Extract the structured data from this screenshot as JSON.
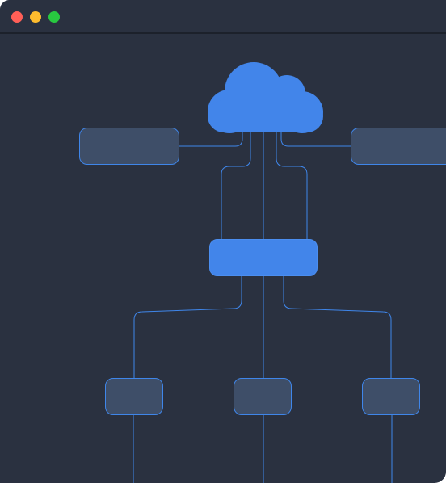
{
  "window": {
    "controls": [
      {
        "name": "close",
        "color": "#ff5f57"
      },
      {
        "name": "minimize",
        "color": "#febc2e"
      },
      {
        "name": "maximize",
        "color": "#28c840"
      }
    ]
  },
  "diagram": {
    "colors": {
      "background": "#2a3140",
      "line": "#3f86ea",
      "cloud": "#4285ea",
      "hub": "#4285ea",
      "node": "#3e4e68"
    },
    "icons": [
      "cloud-icon"
    ]
  }
}
